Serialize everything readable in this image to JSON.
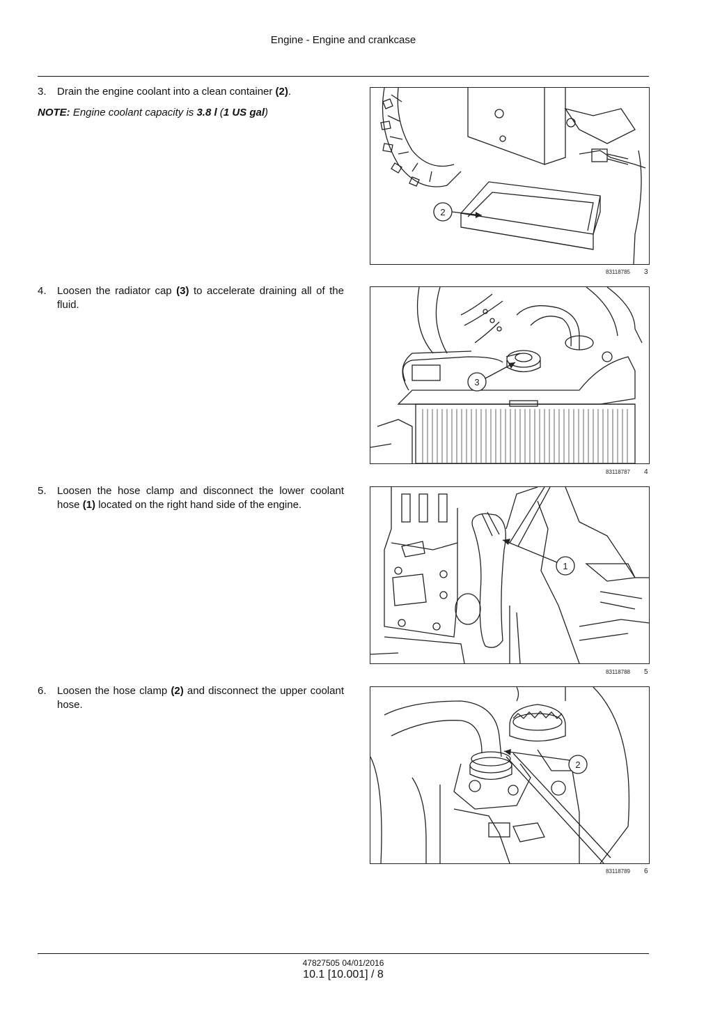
{
  "header": {
    "title": "Engine - Engine and crankcase"
  },
  "steps": [
    {
      "num": "3.",
      "pre": "Drain the engine coolant into a clean container ",
      "ref": "(2)",
      "post": "."
    },
    {
      "num": "4.",
      "pre": "Loosen the radiator cap ",
      "ref": "(3)",
      "post": " to accelerate draining all of the fluid."
    },
    {
      "num": "5.",
      "pre": "Loosen the hose clamp and disconnect the lower coolant hose ",
      "ref": "(1)",
      "post": " located on the right hand side of the engine."
    },
    {
      "num": "6.",
      "pre": "Loosen the hose clamp ",
      "ref": "(2)",
      "post": " and disconnect the upper coolant hose."
    }
  ],
  "note": {
    "label": "NOTE:",
    "text": " Engine coolant capacity is ",
    "v1": "3.8 l",
    "mid": " (",
    "v2": "1 US gal",
    "end": ")"
  },
  "figures": [
    {
      "id": "83118785",
      "num": "3",
      "callout": "2"
    },
    {
      "id": "83118787",
      "num": "4",
      "callout": "3"
    },
    {
      "id": "83118788",
      "num": "5",
      "callout": "1"
    },
    {
      "id": "83118789",
      "num": "6",
      "callout": "2"
    }
  ],
  "footer": {
    "doc": "47827505 04/01/2016",
    "page": "10.1 [10.001] / 8"
  }
}
